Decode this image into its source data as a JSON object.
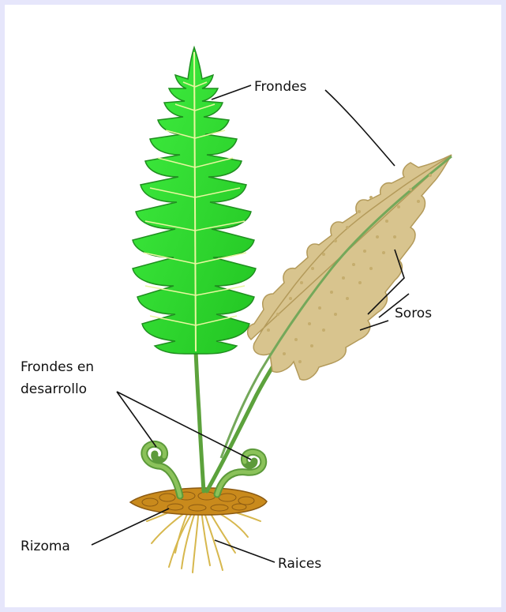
{
  "labels": {
    "frondes": "Frondes",
    "soros": "Soros",
    "frondes_desarrollo_1": "Frondes en",
    "frondes_desarrollo_2": "desarrollo",
    "rizoma": "Rizoma",
    "raices": "Raices"
  },
  "colors": {
    "background": "#e6e6fb",
    "green_frond": "#33dd33",
    "green_frond_dark": "#1f8e1f",
    "fertile_frond": "#d8c48e",
    "rhizome": "#c98a1c",
    "roots": "#d7b84e"
  }
}
